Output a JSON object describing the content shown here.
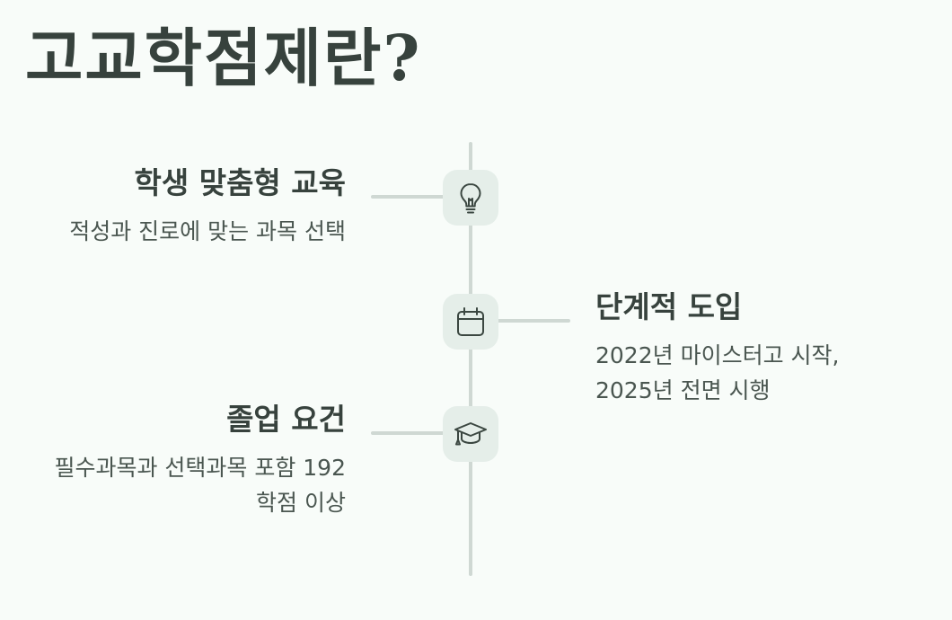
{
  "title": "고교학점제란?",
  "items": [
    {
      "title": "학생 맞춤형 교육",
      "description": "적성과 진로에 맞는 과목 선택",
      "icon": "lightbulb-icon"
    },
    {
      "title": "단계적 도입",
      "description": "2022년 마이스터고 시작, 2025년 전면 시행",
      "icon": "calendar-icon"
    },
    {
      "title": "졸업 요건",
      "description": "필수과목과 선택과목 포함 192학점 이상",
      "icon": "graduation-cap-icon"
    }
  ],
  "colors": {
    "background": "#f8fcf9",
    "text": "#37423d",
    "line": "#cfd8d3",
    "icon_bg": "#e5eee9"
  }
}
